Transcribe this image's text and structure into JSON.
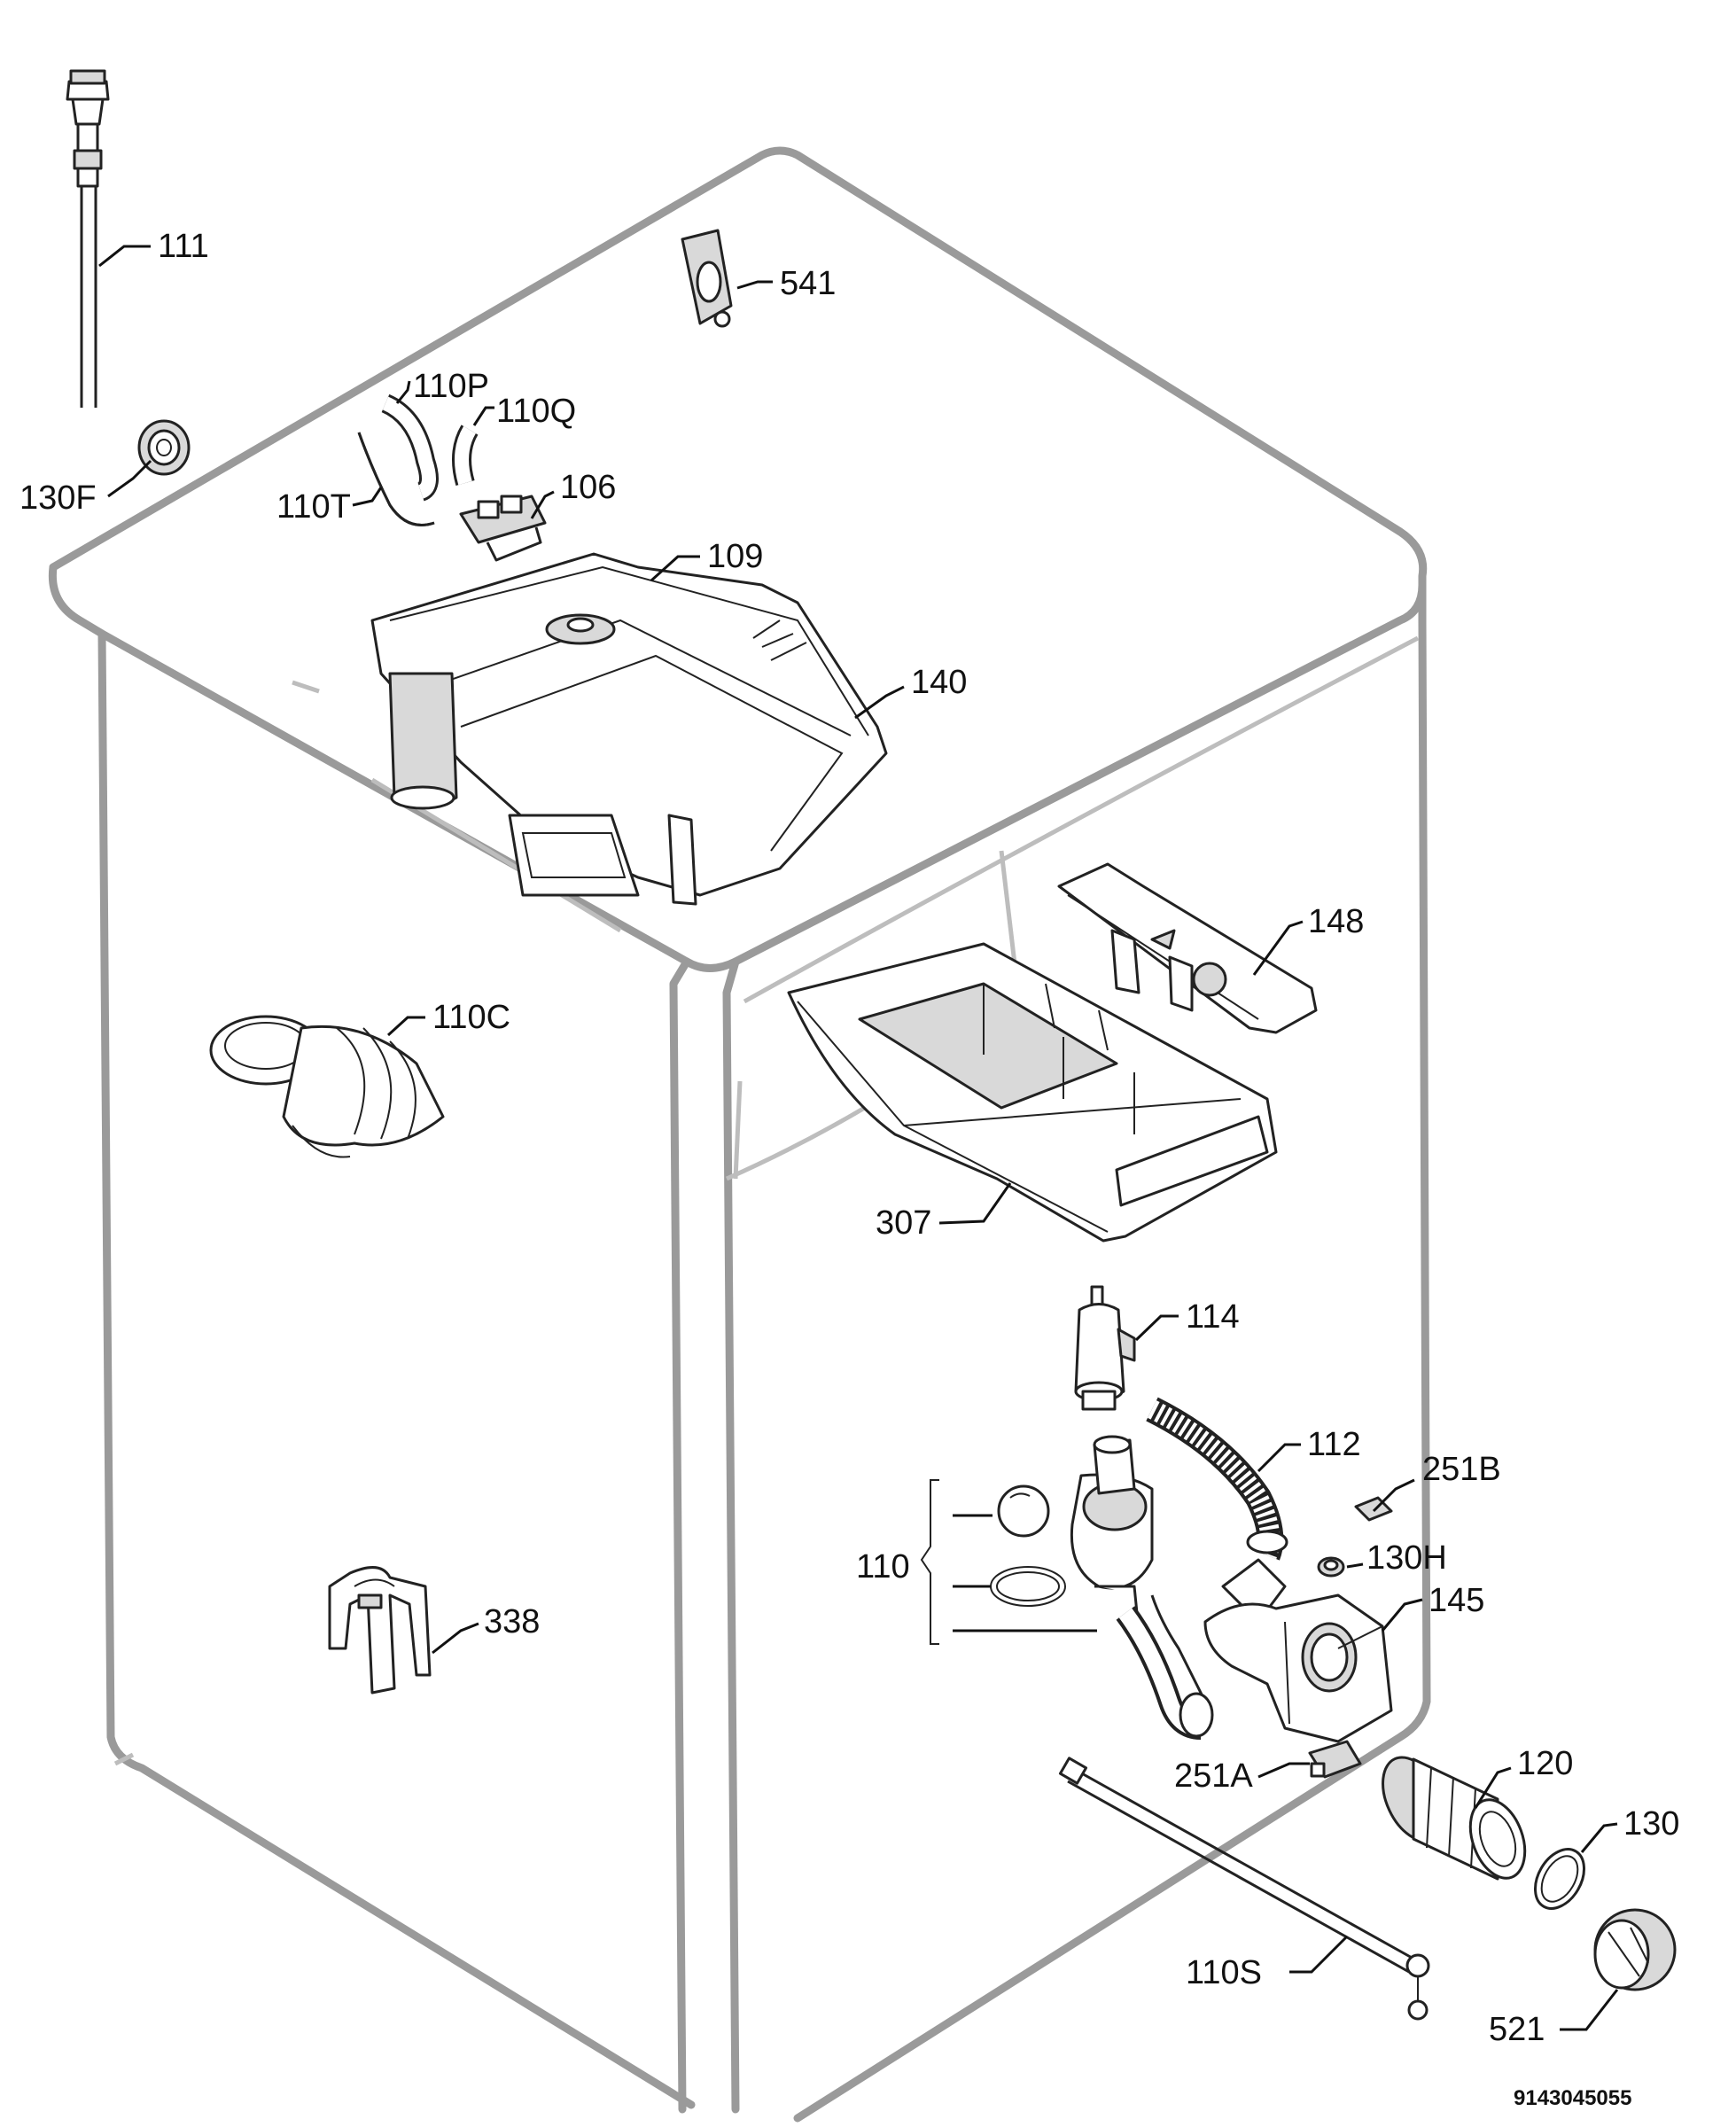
{
  "labels": {
    "l111": "111",
    "l541": "541",
    "l110P": "110P",
    "l110Q": "110Q",
    "l130F": "130F",
    "l110T": "110T",
    "l106": "106",
    "l109": "109",
    "l140": "140",
    "l148": "148",
    "l110C": "110C",
    "l307": "307",
    "l114": "114",
    "l112": "112",
    "l251B": "251B",
    "l110": "110",
    "l130H": "130H",
    "l145": "145",
    "l338": "338",
    "l251A": "251A",
    "l120": "120",
    "l130": "130",
    "l110S": "110S",
    "l521": "521"
  },
  "document_number": "9143045055"
}
